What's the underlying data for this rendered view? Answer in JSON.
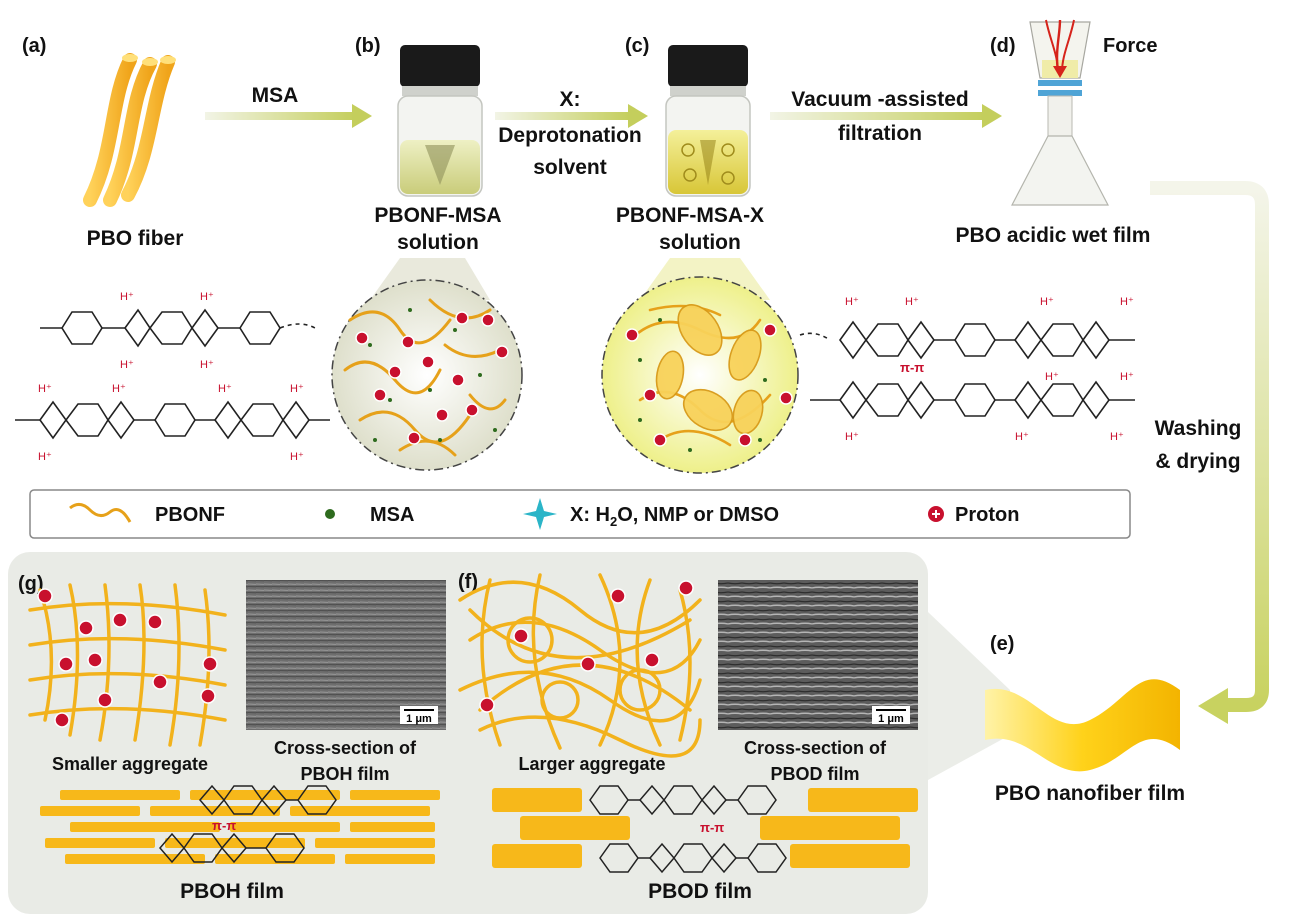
{
  "panel_labels": {
    "a": "(a)",
    "b": "(b)",
    "c": "(c)",
    "d": "(d)",
    "e": "(e)",
    "f": "(f)",
    "g": "(g)"
  },
  "steps": {
    "msa": "MSA",
    "x_line1": "X:",
    "x_line2": "Deprotonation",
    "x_line3": "solvent",
    "vacuum_line1": "Vacuum -assisted",
    "vacuum_line2": "filtration",
    "force": "Force",
    "washing_line1": "Washing",
    "washing_line2": "& drying"
  },
  "captions": {
    "pbo_fiber": "PBO fiber",
    "pbonf_msa_line1": "PBONF-MSA",
    "pbonf_msa_line2": "solution",
    "pbonf_msa_x_line1": "PBONF-MSA-X",
    "pbonf_msa_x_line2": "solution",
    "acidic_wet_film": "PBO acidic wet film",
    "nanofiber_film": "PBO nanofiber film"
  },
  "legend": {
    "pbonf": "PBONF",
    "msa": "MSA",
    "x_prefix": "X: H",
    "x_sub": "2",
    "x_suffix": "O, NMP or DMSO",
    "proton": "Proton"
  },
  "bottom": {
    "smaller_aggregate": "Smaller aggregate",
    "larger_aggregate": "Larger aggregate",
    "cross_pboh_line1": "Cross-section of",
    "cross_pboh_line2": "PBOH film",
    "cross_pbod_line1": "Cross-section of",
    "cross_pbod_line2": "PBOD film",
    "scale_bar": "1 μm",
    "pboh_film": "PBOH film",
    "pbod_film": "PBOD film",
    "pi_pi": "π-π"
  },
  "colors": {
    "fiber": "#f2b21c",
    "proton": "#c8102e",
    "msa_dot": "#2e6b1e",
    "x_star": "#2bb5c8",
    "arrow": "#c9d36a",
    "panel_bg": "#e9ebe6"
  }
}
